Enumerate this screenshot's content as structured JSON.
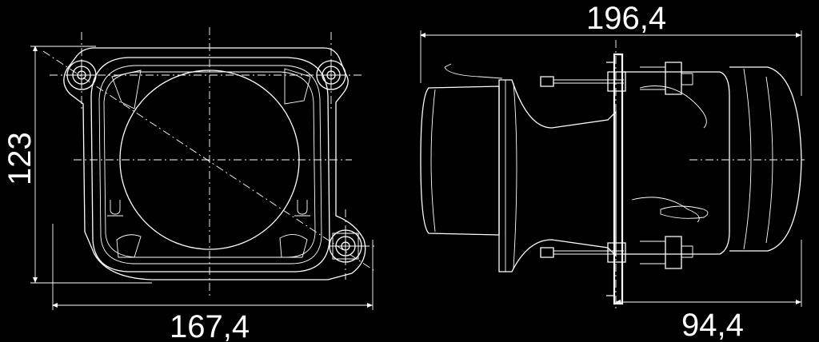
{
  "dimensions": {
    "height_front": "123",
    "width_front": "167,4",
    "length_side": "196,4",
    "depth_side": "94,4"
  },
  "colors": {
    "background": "#000000",
    "lines": "#ffffff"
  }
}
